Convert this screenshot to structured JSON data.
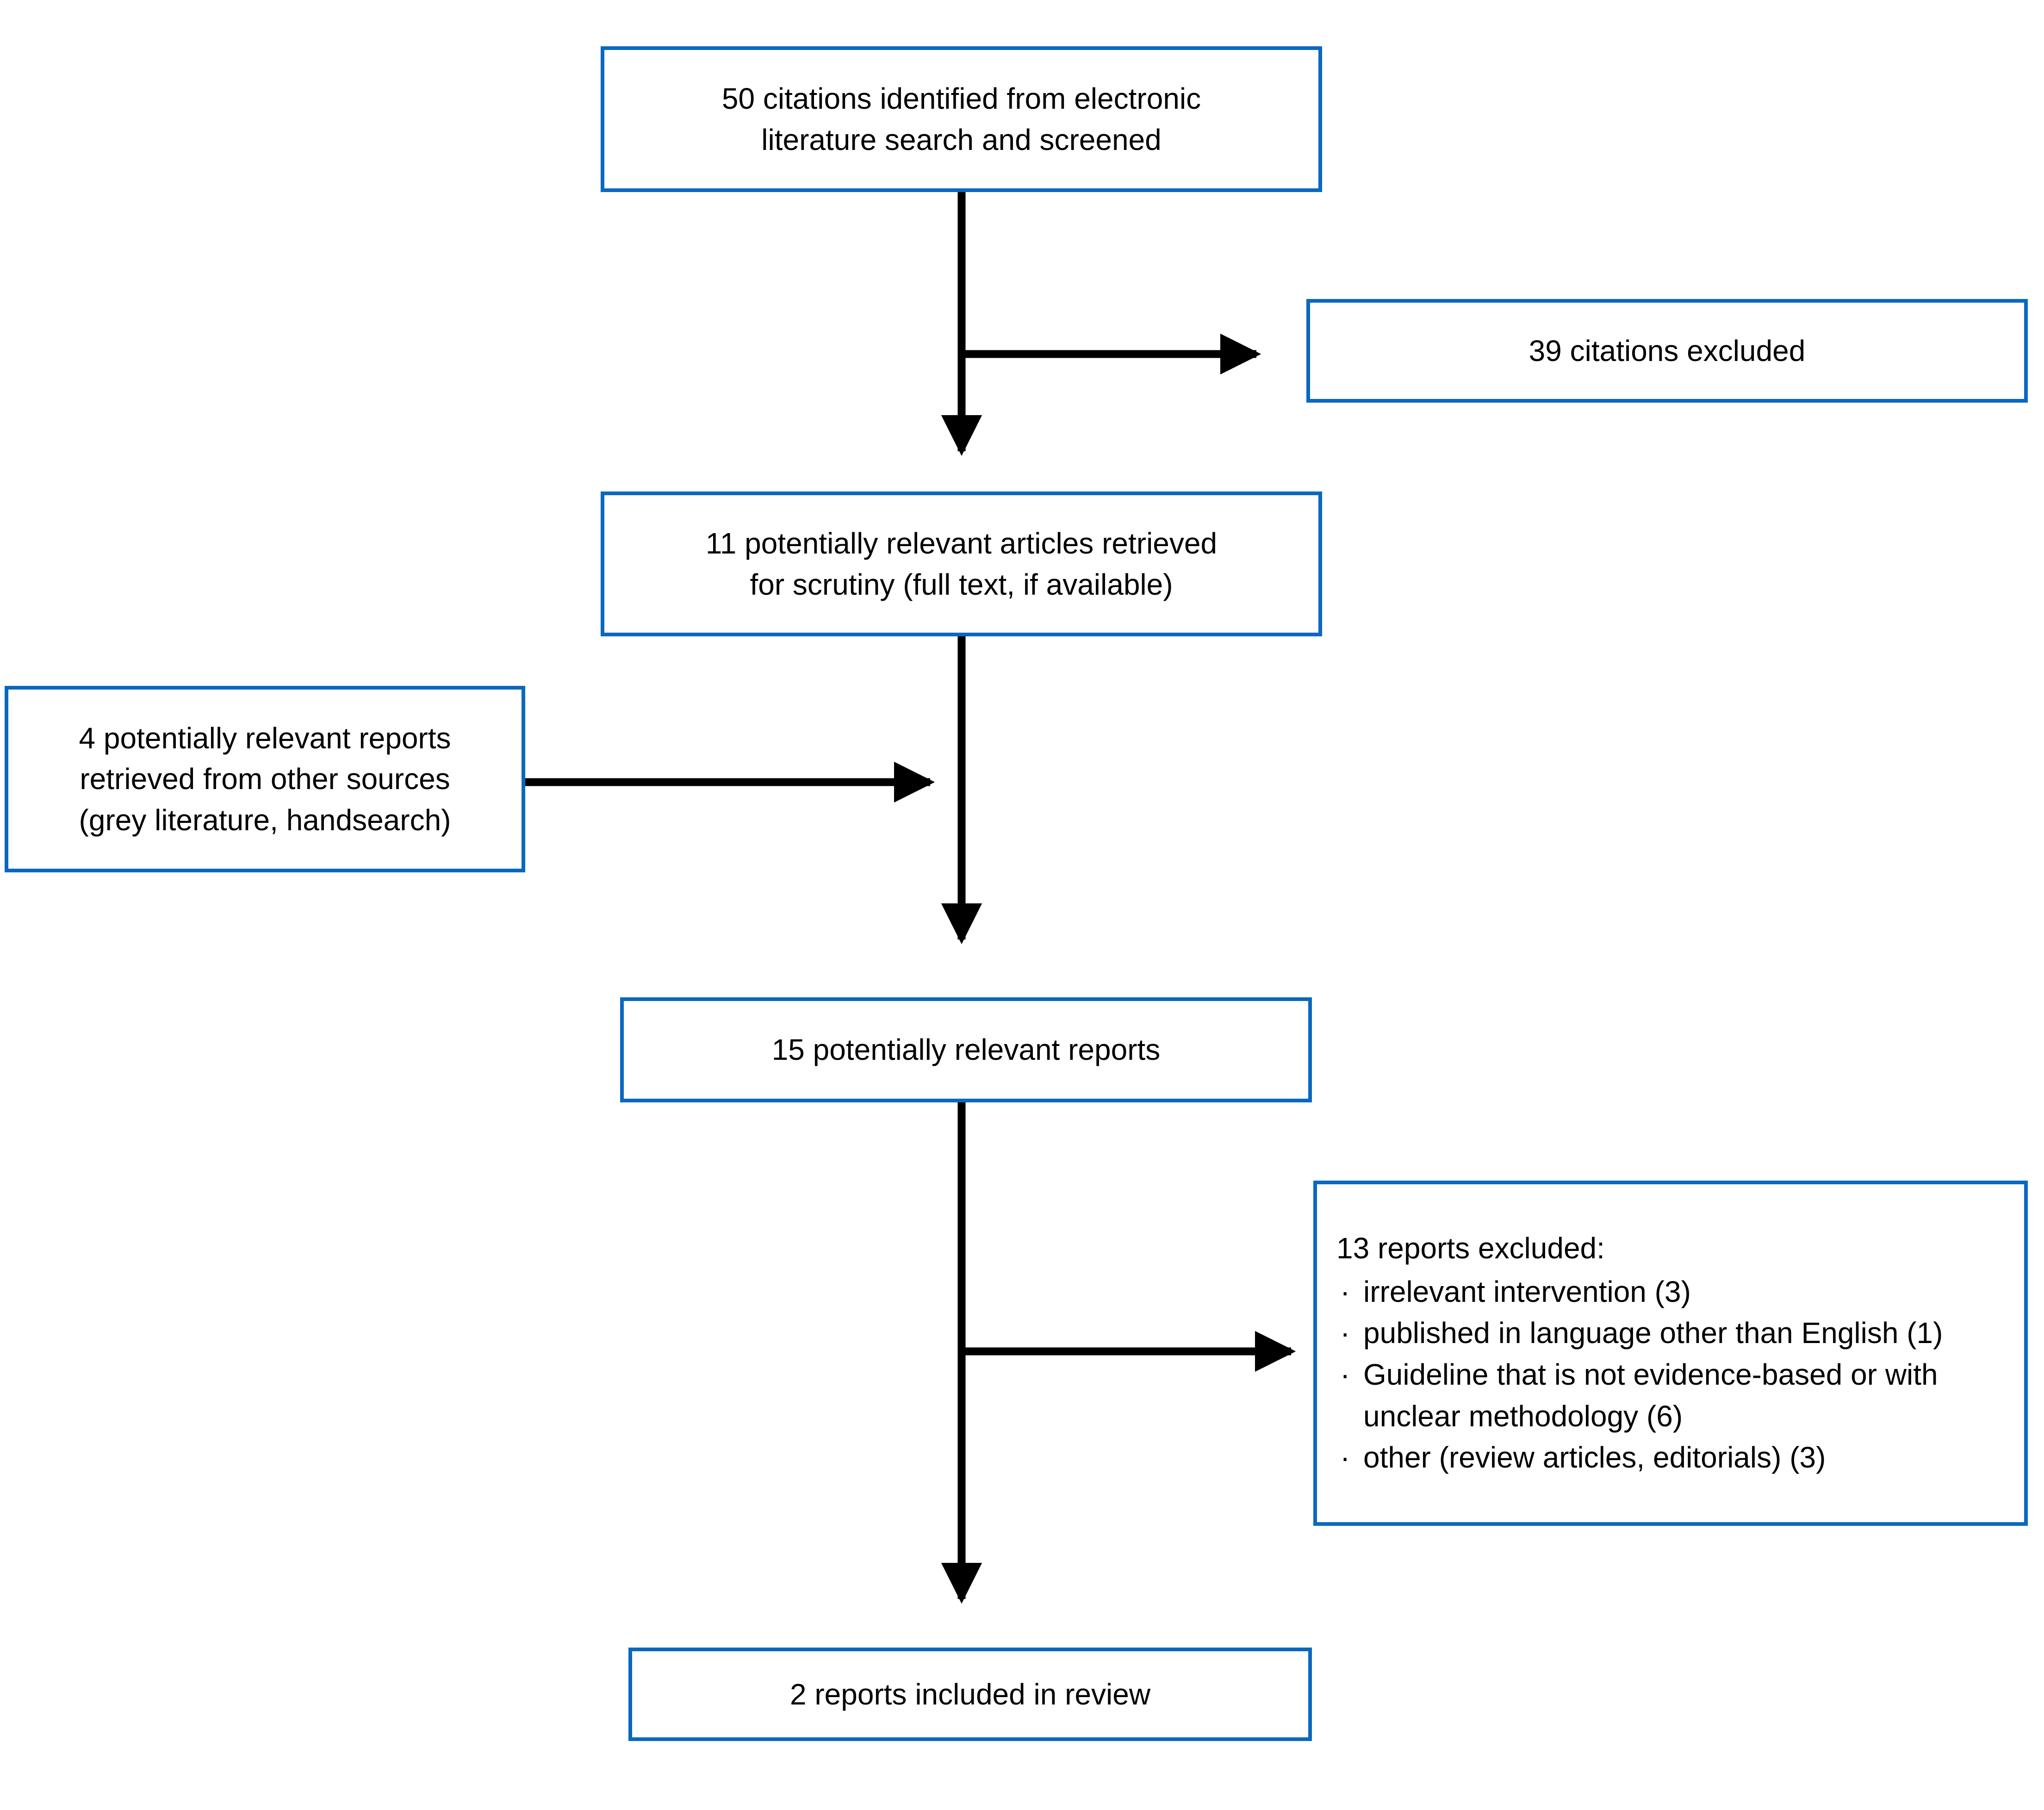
{
  "diagram": {
    "type": "prisma-flow-diagram",
    "colors": {
      "box_border": "#0a68c0",
      "connector": "#000000",
      "text": "#000000",
      "background": "#ffffff"
    },
    "boxes": {
      "identified": {
        "id": "box-identified",
        "text": "50 citations identified from electronic\nliterature search and screened"
      },
      "citations_excluded": {
        "id": "box-citations-excluded",
        "text": "39 citations excluded"
      },
      "retrieved": {
        "id": "box-retrieved",
        "text": "11 potentially relevant articles retrieved\nfor scrutiny (full text, if available)"
      },
      "other_sources": {
        "id": "box-other-sources",
        "text": "4 potentially relevant reports\nretrieved from other sources\n(grey literature, handsearch)"
      },
      "relevant_reports": {
        "id": "box-relevant-reports",
        "text": "15 potentially relevant reports"
      },
      "reports_excluded": {
        "id": "box-reports-excluded",
        "heading": "13 reports excluded:",
        "bullet_char": "·",
        "bullets": [
          "irrelevant intervention (3)",
          "published in language other than English (1)",
          "Guideline that is not evidence-based or with unclear methodology (6)",
          "other (review articles, editorials) (3)"
        ]
      },
      "included": {
        "id": "box-included",
        "text": "2 reports included in review"
      }
    },
    "connectors": [
      {
        "name": "identified-to-retrieved",
        "kind": "arrow-down"
      },
      {
        "name": "identified-to-citations-excluded",
        "kind": "arrow-right"
      },
      {
        "name": "retrieved-to-relevant-reports",
        "kind": "arrow-down"
      },
      {
        "name": "other-sources-to-spine",
        "kind": "arrow-right"
      },
      {
        "name": "relevant-reports-to-included",
        "kind": "arrow-down"
      },
      {
        "name": "relevant-reports-to-reports-excluded",
        "kind": "arrow-right"
      }
    ]
  }
}
